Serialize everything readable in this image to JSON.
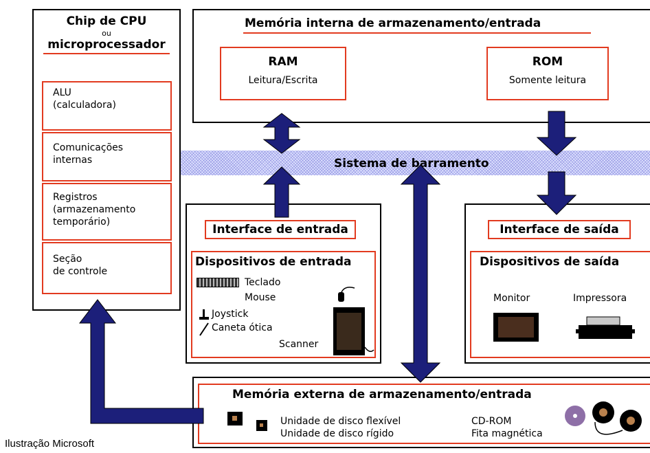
{
  "cpu": {
    "title": "Chip de CPU",
    "subtitle_ou": "ou",
    "subtitle": "microprocessador",
    "items": [
      {
        "line1": "ALU",
        "line2": "(calculadora)",
        "line3": ""
      },
      {
        "line1": "Comunicações",
        "line2": "internas",
        "line3": ""
      },
      {
        "line1": "Registros",
        "line2": "(armazenamento",
        "line3": "temporário)"
      },
      {
        "line1": "Seção",
        "line2": "de controle",
        "line3": ""
      }
    ]
  },
  "internal_memory": {
    "title": "Memória interna de armazenamento/entrada",
    "ram_title": "RAM",
    "ram_desc": "Leitura/Escrita",
    "rom_title": "ROM",
    "rom_desc": "Somente leitura"
  },
  "bus": {
    "label": "Sistema de barramento"
  },
  "input": {
    "interface": "Interface de entrada",
    "devices_title": "Dispositivos de entrada",
    "keyboard": "Teclado",
    "mouse": "Mouse",
    "joystick": "Joystick",
    "pen": "Caneta ótica",
    "scanner": "Scanner"
  },
  "output": {
    "interface": "Interface de saída",
    "devices_title": "Dispositivos de saída",
    "monitor": "Monitor",
    "printer": "Impressora"
  },
  "external_memory": {
    "title": "Memória externa de armazenamento/entrada",
    "floppy": "Unidade de disco flexível",
    "hard": "Unidade de disco rígido",
    "cdrom": "CD-ROM",
    "tape": "Fita magnética"
  },
  "credit": "Ilustração Microsoft",
  "colors": {
    "accent_red": "#e23a1f",
    "arrow_blue": "#1c1f7a",
    "bus_fill": "#dfe3ff"
  }
}
